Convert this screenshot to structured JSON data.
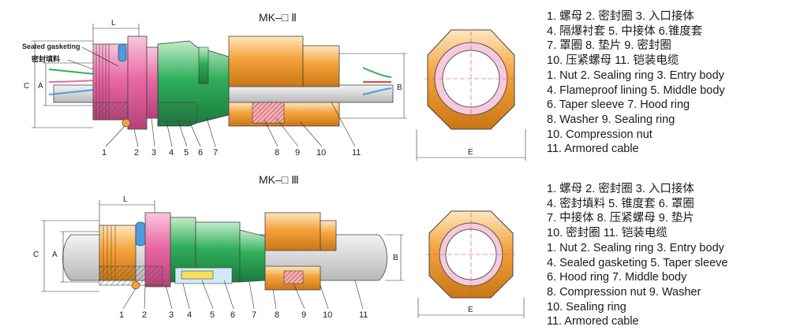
{
  "diagram1": {
    "title": "MK–□ Ⅱ",
    "label_sealed_gasketing": "Sealed gasketing",
    "label_sealing_filler_cn": "密封填料",
    "dim_L": "L",
    "dim_C": "C",
    "dim_A": "A",
    "dim_B": "B",
    "dim_E": "E",
    "callouts": [
      "1",
      "2",
      "3",
      "4",
      "5",
      "6",
      "7",
      "8",
      "9",
      "10",
      "11"
    ]
  },
  "diagram2": {
    "title": "MK–□ Ⅲ",
    "dim_L": "L",
    "dim_C": "C",
    "dim_A": "A",
    "dim_B": "B",
    "dim_E": "E",
    "callouts": [
      "1",
      "2",
      "3",
      "4",
      "5",
      "6",
      "7",
      "8",
      "9",
      "10",
      "11"
    ]
  },
  "legend1": [
    "1. 螺母   2. 密封圈   3. 入口接体",
    "4. 隔爆衬套   5. 中接体   6.锥度套",
    "7. 罩圈   8. 垫片   9. 密封圈",
    "10. 压紧螺母   11. 铠装电缆",
    "1. Nut   2. Sealing ring   3. Entry body",
    "4. Flameproof lining   5. Middle body",
    "6. Taper sleeve   7. Hood ring",
    "8. Washer   9. Sealing ring",
    "10. Compression nut",
    "11. Armored cable"
  ],
  "legend2": [
    "1. 螺母   2. 密封圈   3. 入口接体",
    "4. 密封填料   5. 锥度套   6. 罩圈",
    "7. 中接体   8. 压紧螺母   9. 垫片",
    "10. 密封圈   11. 铠装电缆",
    "1. Nut   2. Sealing ring   3. Entry body",
    "4. Sealed gasketing   5. Taper sleeve",
    "6. Hood ring   7. Middle body",
    "8. Compression nut   9. Washer",
    "10. Sealing ring",
    "11. Armored cable"
  ],
  "colors": {
    "nut_pink": "#e96aa6",
    "pink_light": "#f6b8d4",
    "green": "#2fae5a",
    "green_light": "#a8dcb0",
    "orange": "#f4a23a",
    "orange_light": "#fbd59a",
    "cable_gray": "#dcdcdc",
    "blue": "#4a9be0",
    "red": "#e0454a"
  }
}
